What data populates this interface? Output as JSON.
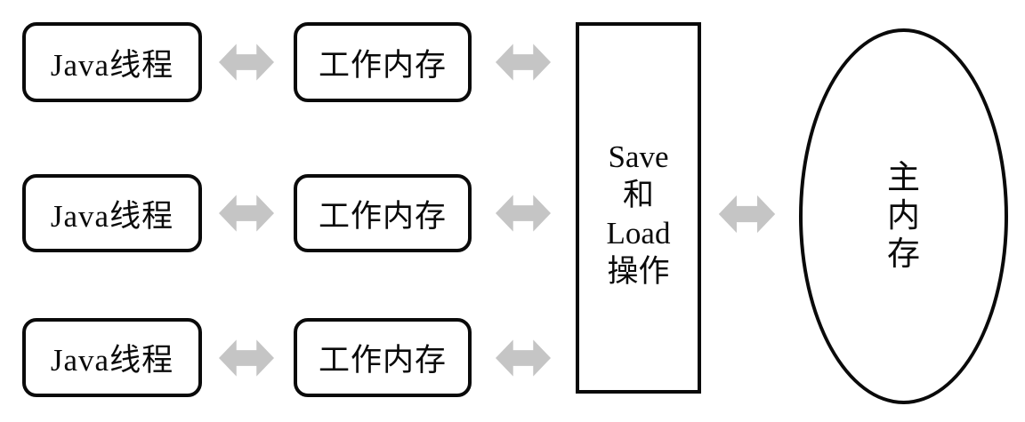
{
  "colors": {
    "background": "#ffffff",
    "shape_stroke": "#0a0a0a",
    "text": "#0a0a0a",
    "arrow_fill": "#c5c5c5"
  },
  "icons": {
    "double_arrow": "left-right-double-arrow"
  },
  "rows": [
    {
      "thread_label": "Java线程",
      "working_memory_label": "工作内存"
    },
    {
      "thread_label": "Java线程",
      "working_memory_label": "工作内存"
    },
    {
      "thread_label": "Java线程",
      "working_memory_label": "工作内存"
    }
  ],
  "save_load_box": {
    "lines": [
      "Save",
      "和",
      "Load",
      "操作"
    ]
  },
  "main_memory": {
    "lines": [
      "主",
      "内",
      "存"
    ]
  }
}
